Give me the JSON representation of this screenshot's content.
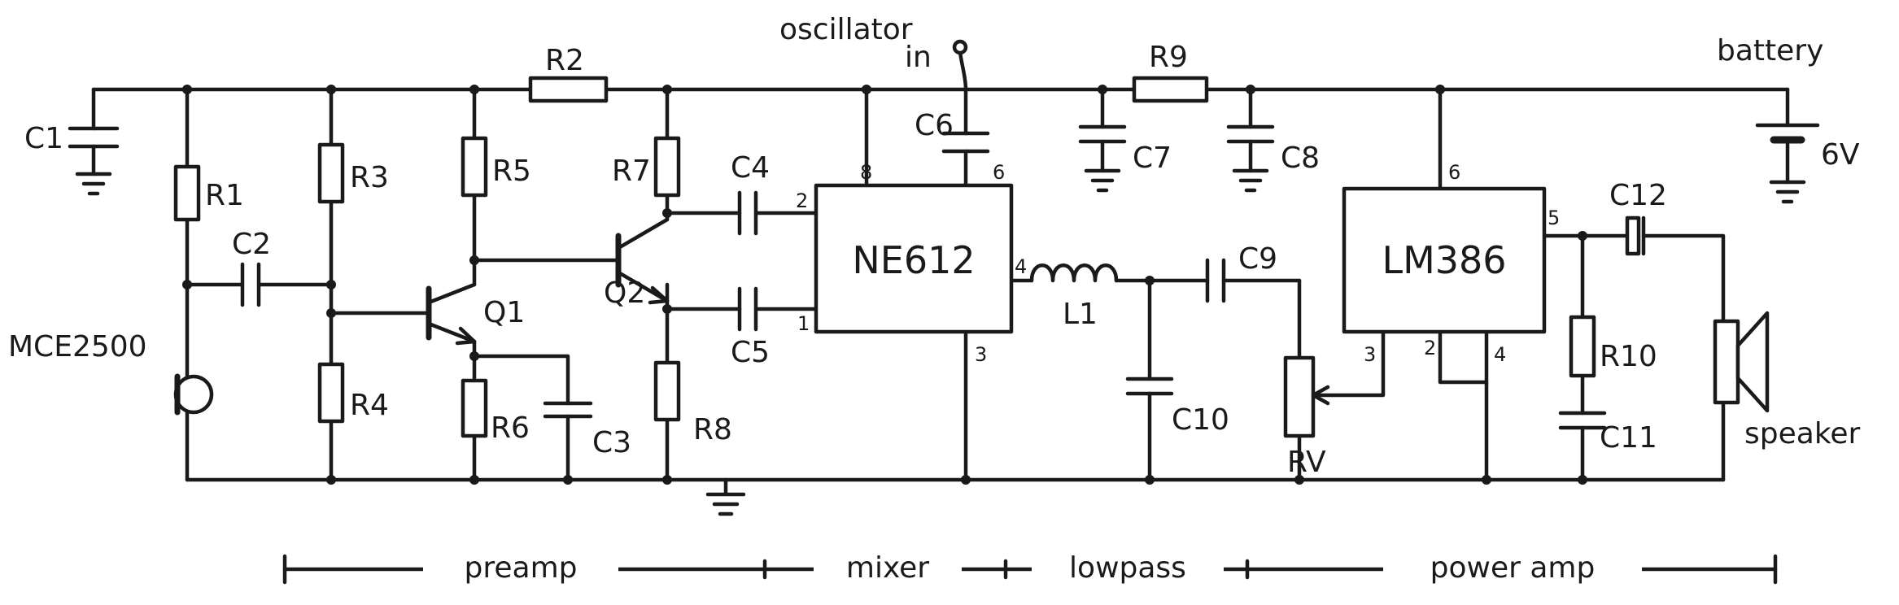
{
  "title_labels": {
    "oscillator": "oscillator",
    "oscillator_in": "in",
    "battery": "battery",
    "battery_voltage": "6V"
  },
  "ics": {
    "mixer_ic": "NE612",
    "amp_ic": "LM386"
  },
  "components": {
    "C1": "C1",
    "C2": "C2",
    "C3": "C3",
    "C4": "C4",
    "C5": "C5",
    "C6": "C6",
    "C7": "C7",
    "C8": "C8",
    "C9": "C9",
    "C10": "C10",
    "C11": "C11",
    "C12": "C12",
    "R1": "R1",
    "R2": "R2",
    "R3": "R3",
    "R4": "R4",
    "R5": "R5",
    "R6": "R6",
    "R7": "R7",
    "R8": "R8",
    "R9": "R9",
    "R10": "R10",
    "RV": "RV",
    "L1": "L1",
    "Q1": "Q1",
    "Q2": "Q2",
    "mic": "MCE2500",
    "speaker": "speaker"
  },
  "pins": {
    "ne612_p8": "8",
    "ne612_p6": "6",
    "ne612_p2": "2",
    "ne612_p1": "1",
    "ne612_p4": "4",
    "ne612_p3": "3",
    "lm386_p6": "6",
    "lm386_p5": "5",
    "lm386_p3": "3",
    "lm386_p2": "2",
    "lm386_p4": "4"
  },
  "sections": [
    "preamp",
    "mixer",
    "lowpass",
    "power amp"
  ]
}
